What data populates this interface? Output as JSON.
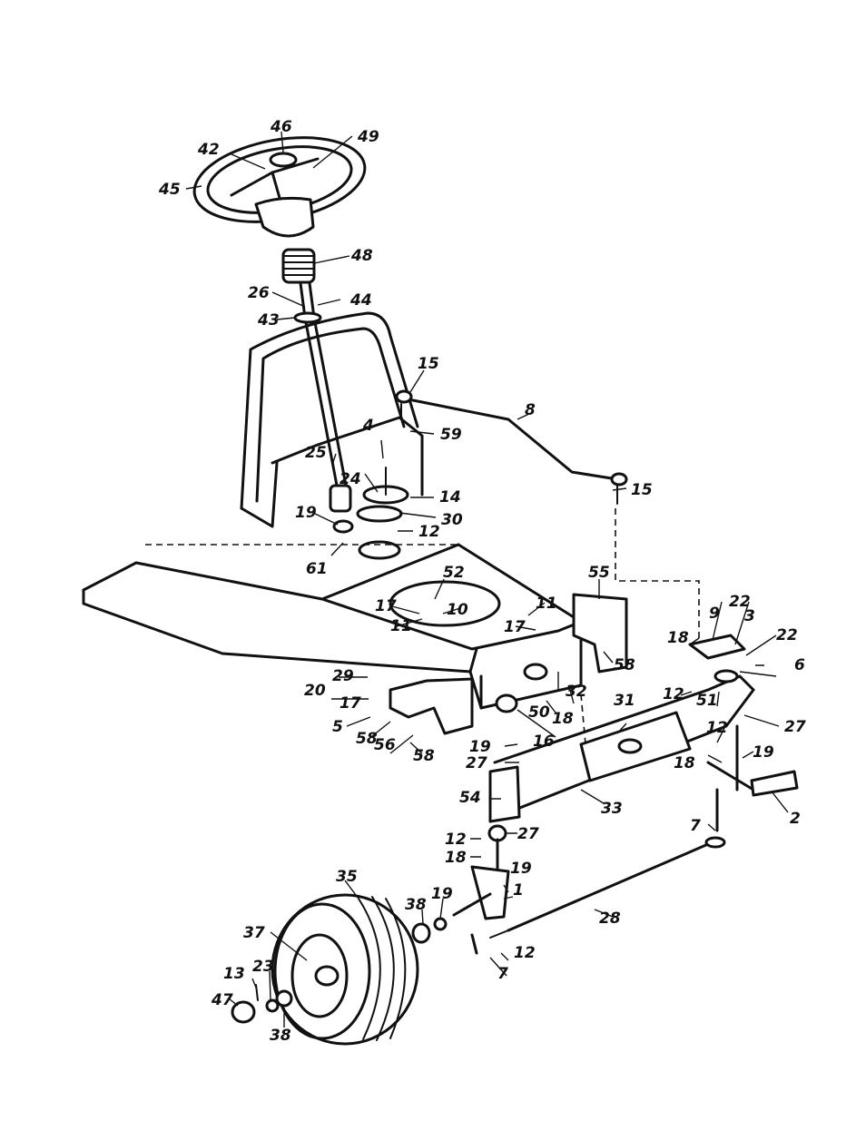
{
  "callouts": [
    "46",
    "42",
    "49",
    "45",
    "48",
    "26",
    "44",
    "43",
    "15",
    "8",
    "4",
    "59",
    "25",
    "24",
    "14",
    "19",
    "30",
    "12",
    "15",
    "61",
    "52",
    "55",
    "17",
    "10",
    "11",
    "11",
    "17",
    "9",
    "22",
    "3",
    "18",
    "22",
    "6",
    "29",
    "20",
    "17",
    "5",
    "58",
    "56",
    "58",
    "50",
    "18",
    "32",
    "31",
    "51",
    "12",
    "27",
    "19",
    "16",
    "19",
    "27",
    "54",
    "33",
    "18",
    "2",
    "7",
    "12",
    "18",
    "27",
    "19",
    "1",
    "35",
    "38",
    "19",
    "28",
    "37",
    "12",
    "13",
    "23",
    "7",
    "47",
    "38",
    "58",
    "12"
  ]
}
